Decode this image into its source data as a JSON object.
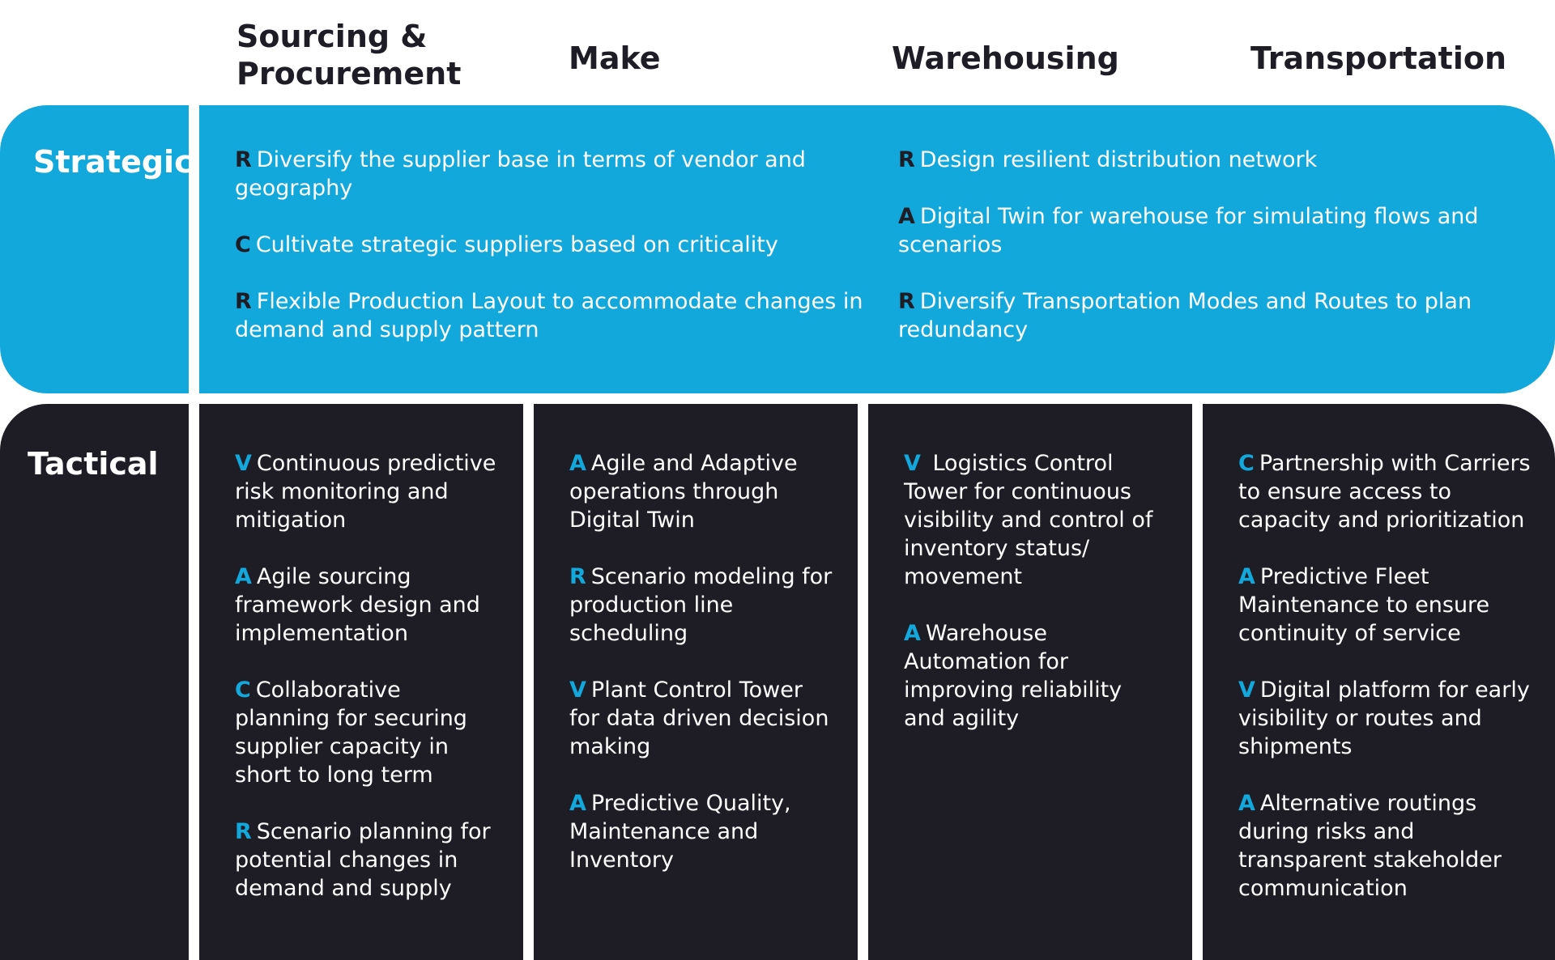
{
  "columns": [
    "Sourcing &\nProcurement",
    "Make",
    "Warehousing",
    "Transportation"
  ],
  "rows": {
    "strategic": "Strategic",
    "tactical": "Tactical"
  },
  "strategic": {
    "left": [
      {
        "letter": "R",
        "text": "Diversify the supplier base in terms of vendor and geography"
      },
      {
        "letter": "C",
        "text": "Cultivate strategic suppliers based on criticality"
      },
      {
        "letter": "R",
        "text": "Flexible Production Layout to accommodate changes in demand and supply pattern"
      }
    ],
    "right": [
      {
        "letter": "R",
        "text": "Design resilient distribution network"
      },
      {
        "letter": "A",
        "text": "Digital Twin for warehouse for simulating flows and scenarios"
      },
      {
        "letter": "R",
        "text": "Diversify Transportation Modes and Routes to plan redundancy"
      }
    ]
  },
  "tactical": [
    [
      {
        "letter": "V",
        "text": "Continuous predictive risk monitoring and mitigation"
      },
      {
        "letter": "A",
        "text": "Agile sourcing framework design and implementation"
      },
      {
        "letter": "C",
        "text": "Collaborative planning for securing supplier capacity in short to long term"
      },
      {
        "letter": "R",
        "text": "Scenario planning for potential changes in demand and supply"
      }
    ],
    [
      {
        "letter": "A",
        "text": "Agile and Adaptive operations through Digital Twin"
      },
      {
        "letter": "R",
        "text": "Scenario modeling for production line scheduling"
      },
      {
        "letter": "V",
        "text": "Plant Control Tower for data driven decision making"
      },
      {
        "letter": "A",
        "text": "Predictive Quality, Maintenance and Inventory"
      }
    ],
    [
      {
        "letter": "V",
        "text": " Logistics Control Tower for continuous visibility and control of inventory status/ movement"
      },
      {
        "letter": "A",
        "text": "Warehouse Automation for improving reliability and agility"
      }
    ],
    [
      {
        "letter": "C",
        "text": "Partnership with Carriers to ensure access to capacity and prioritization"
      },
      {
        "letter": "A",
        "text": "Predictive Fleet Maintenance to ensure continuity of service"
      },
      {
        "letter": "V",
        "text": "Digital platform for early visibility or routes and shipments"
      },
      {
        "letter": "A",
        "text": "Alternative routings during risks and transparent stakeholder communication"
      }
    ]
  ],
  "colors": {
    "blue": "#13a8dc",
    "dark": "#1e1d26",
    "white": "#ffffff"
  }
}
